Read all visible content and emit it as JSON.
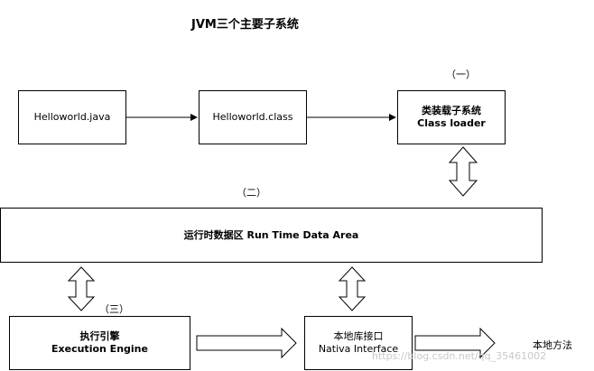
{
  "title": "JVM三个主要子系统",
  "boxes": {
    "helloworld_java": "Helloworld.java",
    "helloworld_class": "Helloworld.class",
    "class_loader": {
      "cn": "类装载子系统",
      "en": "Class loader"
    },
    "runtime_data_area": "运行时数据区 Run Time Data Area",
    "execution_engine": {
      "cn": "执行引擎",
      "en": "Execution Engine"
    },
    "native_interface": {
      "cn": "本地库接口",
      "en": "Nativa Interface"
    }
  },
  "labels": {
    "one": "（一）",
    "two": "（二）",
    "three": "（三）",
    "native_method": "本地方法"
  },
  "watermark": "https://blog.csdn.net/qq_35461002"
}
